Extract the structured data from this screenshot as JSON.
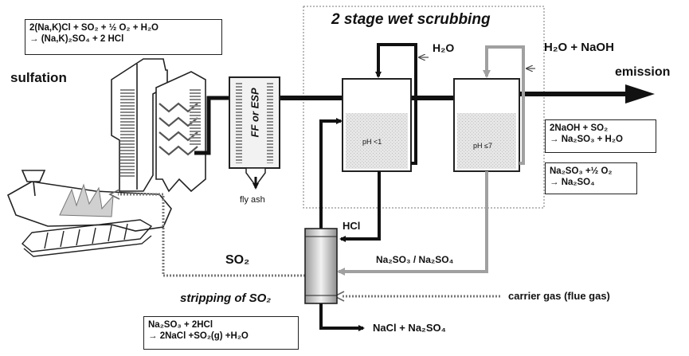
{
  "title": "2 stage wet scrubbing",
  "sulfation_label": "sulfation",
  "sulfation_eq": {
    "line1": "2(Na,K)Cl + SO₂ + ½ O₂ + H₂O",
    "line2": "→ (Na,K)₂SO₄ + 2 HCl"
  },
  "filter_label": "FF or ESP",
  "fly_ash": "fly ash",
  "water": "H₂O",
  "water_naoh": "H₂O + NaOH",
  "emission": "emission",
  "stage1_ph": "pH <1",
  "stage2_ph": "pH ≤7",
  "naoh_eq": {
    "line1": "2NaOH + SO₂",
    "line2": "→ Na₂SO₃ + H₂O"
  },
  "oxidation_eq": {
    "line1": "Na₂SO₃ +½ O₂",
    "line2": "→ Na₂SO₄"
  },
  "hcl": "HCl",
  "so2": "SO₂",
  "sulfite_sulfate": "Na₂SO₃ / Na₂SO₄",
  "stripping": "stripping of SO₂",
  "carrier_gas": "carrier gas (flue gas)",
  "stripping_eq": {
    "line1": "Na₂SO₃ + 2HCl",
    "line2": "→ 2NaCl +SO₂(g) +H₂O"
  },
  "product": "NaCl + Na₂SO₄",
  "colors": {
    "line": "#111111",
    "gray_line": "#a0a0a0",
    "dotted": "#777777",
    "hatch": "#888888"
  }
}
